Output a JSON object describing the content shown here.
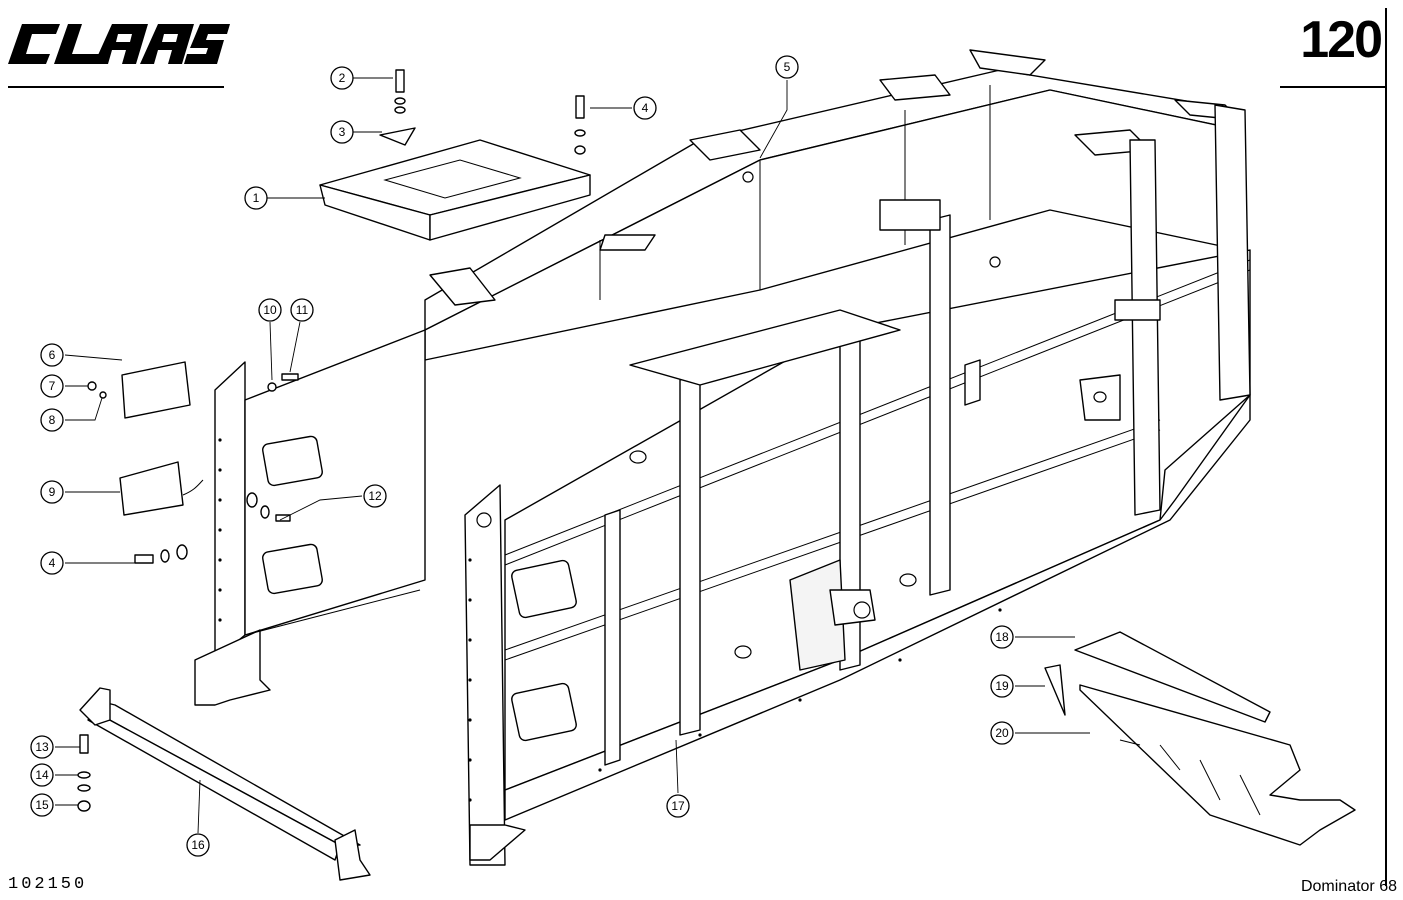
{
  "header": {
    "brand": "CLAAS",
    "page_number": "120"
  },
  "footer": {
    "drawing_id": "102150",
    "model": "Dominator 68"
  },
  "callouts": [
    {
      "number": "1"
    },
    {
      "number": "2"
    },
    {
      "number": "3"
    },
    {
      "number": "4"
    },
    {
      "number": "5"
    },
    {
      "number": "6"
    },
    {
      "number": "7"
    },
    {
      "number": "8"
    },
    {
      "number": "9"
    },
    {
      "number": "4"
    },
    {
      "number": "10"
    },
    {
      "number": "11"
    },
    {
      "number": "12"
    },
    {
      "number": "13"
    },
    {
      "number": "14"
    },
    {
      "number": "15"
    },
    {
      "number": "16"
    },
    {
      "number": "17"
    },
    {
      "number": "18"
    },
    {
      "number": "19"
    },
    {
      "number": "20"
    }
  ]
}
